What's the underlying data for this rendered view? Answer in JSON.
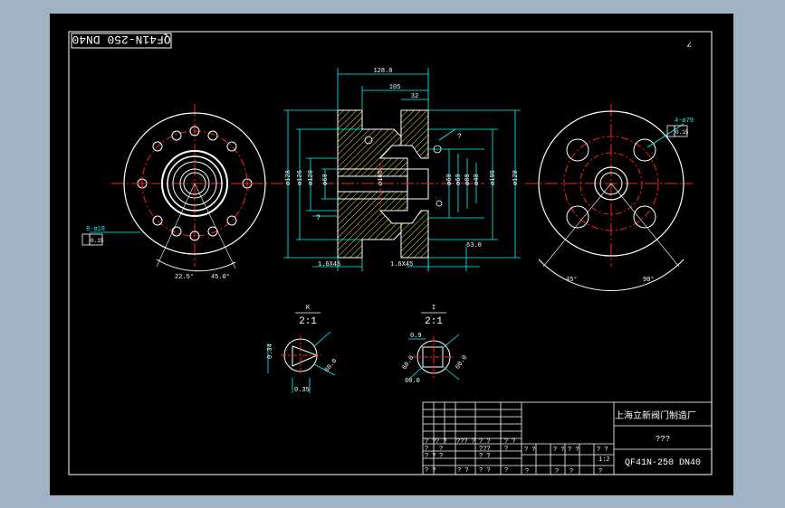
{
  "drawing": {
    "top_label": "QF41N-250 DN40",
    "corner_mark": "∠",
    "dimensions": {
      "width_overall": "128.0",
      "width_mid": "105",
      "width_right": "32",
      "dia_left": "ø128",
      "dia_right": "ø128",
      "dia_inner1": "ø126",
      "dia_inner2": "ø120",
      "dia_bore": "ø60",
      "dia_hub": "ø105",
      "right_stack": [
        "ø60",
        "ø60",
        "ø80",
        "ø40"
      ],
      "dia_r2": "ø195",
      "dim_lower": "63.0",
      "chamfer_left": "1.6X45",
      "chamfer_right": "1.6X45",
      "question1": "?",
      "question2": "?",
      "left_hole_label": "8-ø18",
      "left_tol": "0.15",
      "right_hole_label": "4-ø79",
      "right_tol": "0.15",
      "angle_left_a": "22.5°",
      "angle_left_b": "45.0°",
      "angle_right_a": "45°",
      "angle_right_b": "90°"
    },
    "details": [
      {
        "id": "K",
        "scale": "2:1",
        "dim_a": "0.34",
        "dim_b": "0.35",
        "dim_c": "60.0"
      },
      {
        "id": "I",
        "scale": "2:1",
        "dim_a": "0.9",
        "dim_b": "60.0",
        "dim_c": "60.0",
        "dim_d": "60.0"
      }
    ]
  },
  "title_block": {
    "company": "上海立新阀门制造厂",
    "part_name": "???",
    "model": "QF41N-250 DN40",
    "scale": "1:2",
    "header_row": [
      "? ?",
      "? ?",
      "??? ?",
      "? ?",
      "? ?"
    ],
    "sign_row_1": [
      "?",
      "?",
      "???",
      "?"
    ],
    "sign_row_2": [
      "? ?",
      "?",
      "? ?"
    ],
    "sign_row_3": [
      "? ?",
      "? ?",
      "? ?",
      "?"
    ],
    "right_row": [
      "? ?",
      "? ?",
      "? ?",
      "? ?"
    ],
    "bottom_row": [
      "?",
      "?",
      "?",
      "?"
    ]
  }
}
